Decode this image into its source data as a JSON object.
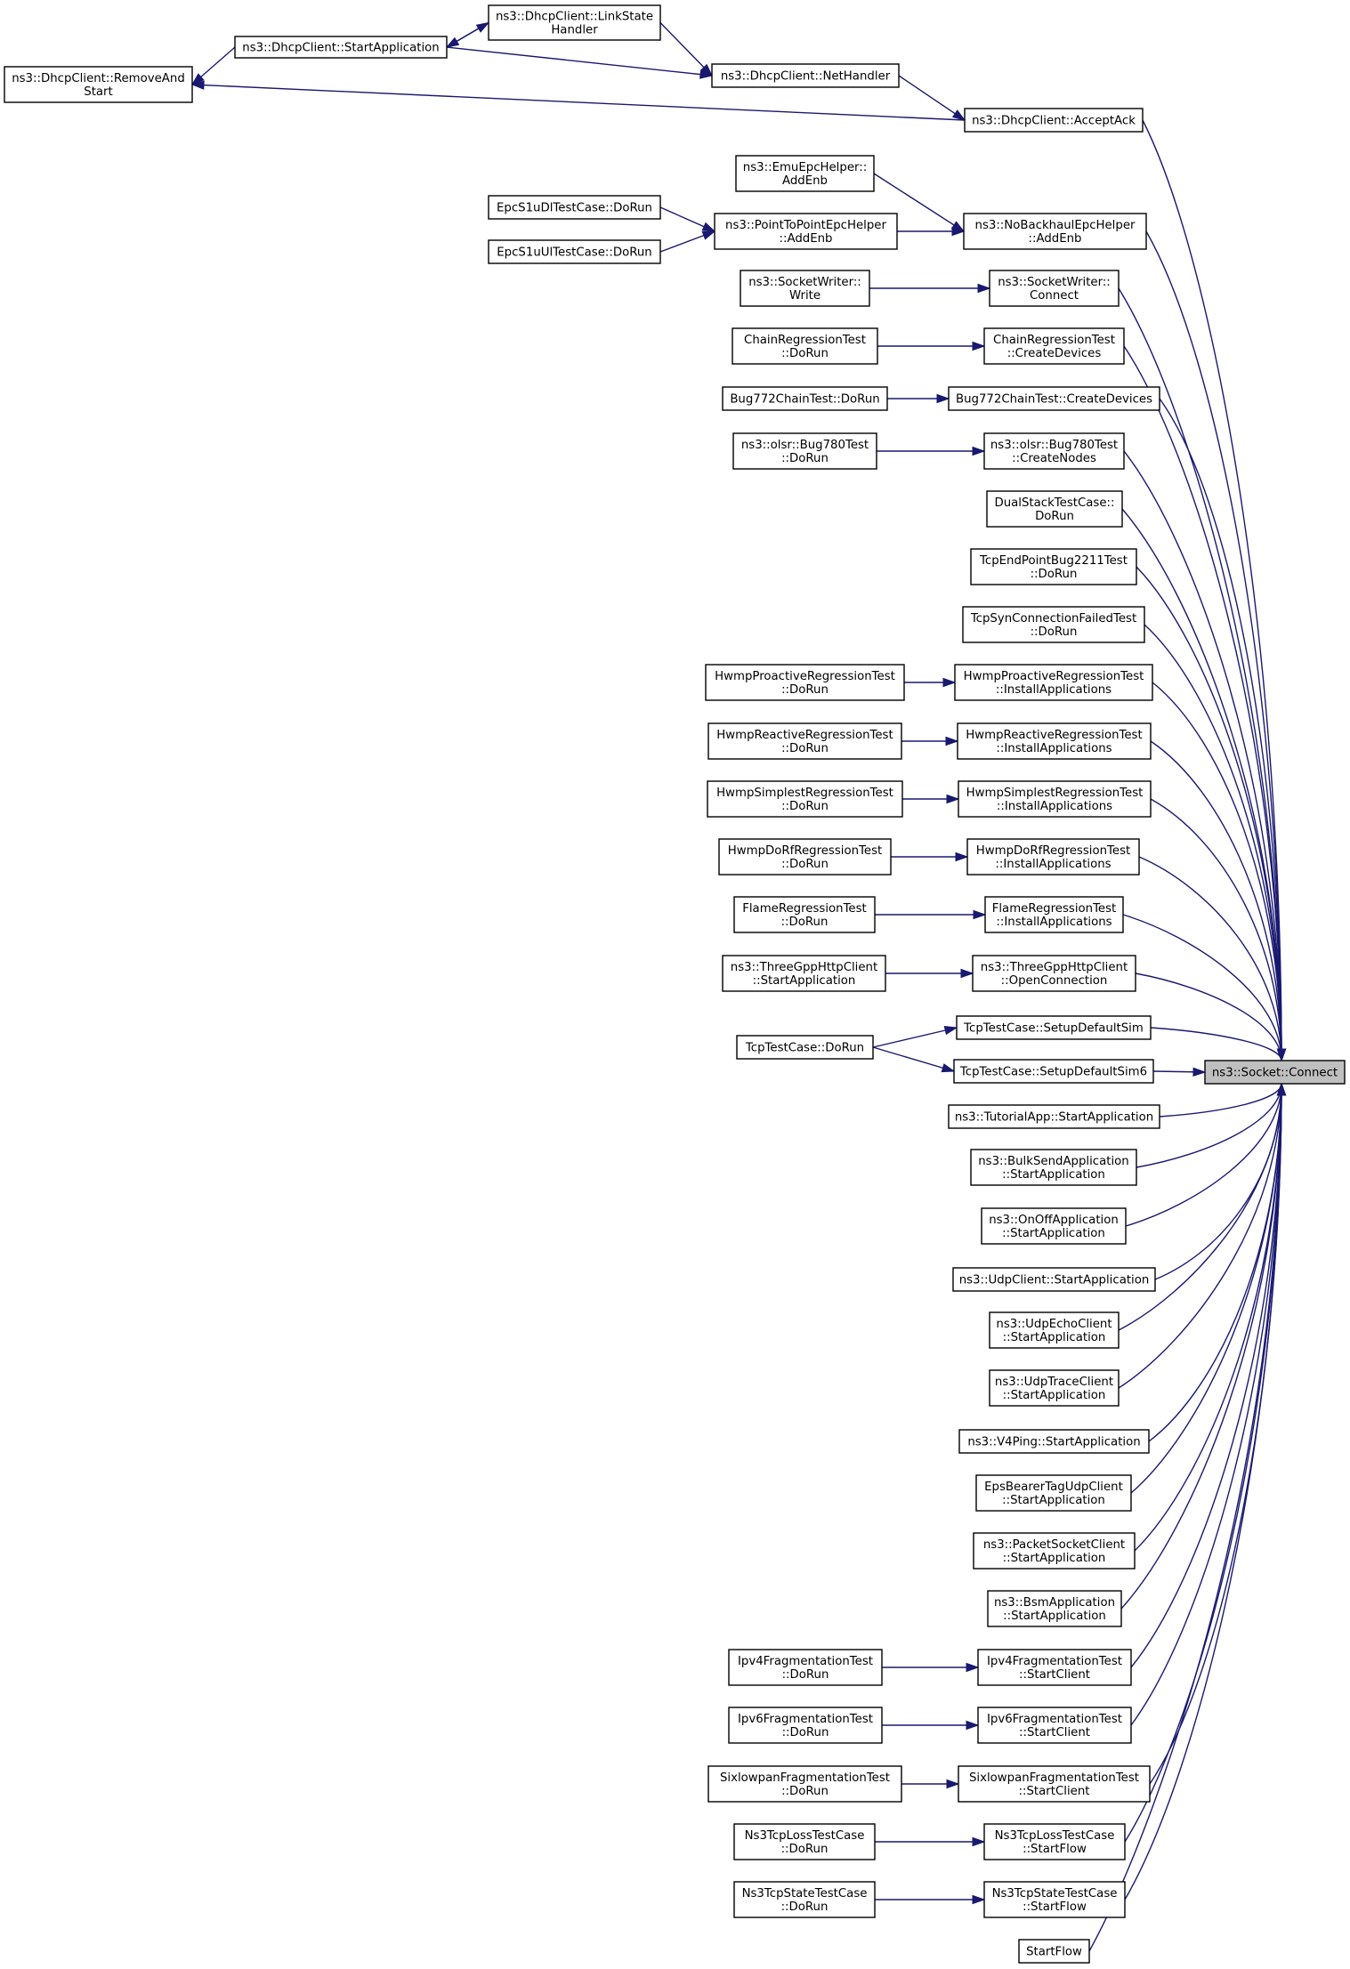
{
  "diagram": {
    "type": "call-graph",
    "root": "connect",
    "nodes": [
      {
        "id": "connect",
        "lines": [
          "ns3::Socket::Connect"
        ],
        "root": true
      },
      {
        "id": "lsh",
        "lines": [
          "ns3::DhcpClient::LinkState",
          "Handler"
        ]
      },
      {
        "id": "startapp_dhcp",
        "lines": [
          "ns3::DhcpClient::StartApplication"
        ]
      },
      {
        "id": "removeandstart",
        "lines": [
          "ns3::DhcpClient::RemoveAnd",
          "Start"
        ]
      },
      {
        "id": "nethandler",
        "lines": [
          "ns3::DhcpClient::NetHandler"
        ]
      },
      {
        "id": "acceptack",
        "lines": [
          "ns3::DhcpClient::AcceptAck"
        ]
      },
      {
        "id": "emu_addenb",
        "lines": [
          "ns3::EmuEpcHelper::",
          "AddEnb"
        ]
      },
      {
        "id": "epcdl",
        "lines": [
          "EpcS1uDlTestCase::DoRun"
        ]
      },
      {
        "id": "p2p_addenb",
        "lines": [
          "ns3::PointToPointEpcHelper",
          "::AddEnb"
        ]
      },
      {
        "id": "nobh_addenb",
        "lines": [
          "ns3::NoBackhaulEpcHelper",
          "::AddEnb"
        ]
      },
      {
        "id": "epcul",
        "lines": [
          "EpcS1uUlTestCase::DoRun"
        ]
      },
      {
        "id": "sw_write",
        "lines": [
          "ns3::SocketWriter::",
          "Write"
        ]
      },
      {
        "id": "sw_connect",
        "lines": [
          "ns3::SocketWriter::",
          "Connect"
        ]
      },
      {
        "id": "chain_dorun",
        "lines": [
          "ChainRegressionTest",
          "::DoRun"
        ]
      },
      {
        "id": "chain_cd",
        "lines": [
          "ChainRegressionTest",
          "::CreateDevices"
        ]
      },
      {
        "id": "bug772_dorun",
        "lines": [
          "Bug772ChainTest::DoRun"
        ]
      },
      {
        "id": "bug772_cd",
        "lines": [
          "Bug772ChainTest::CreateDevices"
        ]
      },
      {
        "id": "olsr_dorun",
        "lines": [
          "ns3::olsr::Bug780Test",
          "::DoRun"
        ]
      },
      {
        "id": "olsr_cn",
        "lines": [
          "ns3::olsr::Bug780Test",
          "::CreateNodes"
        ]
      },
      {
        "id": "dualstack",
        "lines": [
          "DualStackTestCase::",
          "DoRun"
        ]
      },
      {
        "id": "tcpep",
        "lines": [
          "TcpEndPointBug2211Test",
          "::DoRun"
        ]
      },
      {
        "id": "tcpsyn",
        "lines": [
          "TcpSynConnectionFailedTest",
          "::DoRun"
        ]
      },
      {
        "id": "hwpro_dorun",
        "lines": [
          "HwmpProactiveRegressionTest",
          "::DoRun"
        ]
      },
      {
        "id": "hwpro_ia",
        "lines": [
          "HwmpProactiveRegressionTest",
          "::InstallApplications"
        ]
      },
      {
        "id": "hwre_dorun",
        "lines": [
          "HwmpReactiveRegressionTest",
          "::DoRun"
        ]
      },
      {
        "id": "hwre_ia",
        "lines": [
          "HwmpReactiveRegressionTest",
          "::InstallApplications"
        ]
      },
      {
        "id": "hwsi_dorun",
        "lines": [
          "HwmpSimplestRegressionTest",
          "::DoRun"
        ]
      },
      {
        "id": "hwsi_ia",
        "lines": [
          "HwmpSimplestRegressionTest",
          "::InstallApplications"
        ]
      },
      {
        "id": "hwdo_dorun",
        "lines": [
          "HwmpDoRfRegressionTest",
          "::DoRun"
        ]
      },
      {
        "id": "hwdo_ia",
        "lines": [
          "HwmpDoRfRegressionTest",
          "::InstallApplications"
        ]
      },
      {
        "id": "flame_dorun",
        "lines": [
          "FlameRegressionTest",
          "::DoRun"
        ]
      },
      {
        "id": "flame_ia",
        "lines": [
          "FlameRegressionTest",
          "::InstallApplications"
        ]
      },
      {
        "id": "tgpp_sa",
        "lines": [
          "ns3::ThreeGppHttpClient",
          "::StartApplication"
        ]
      },
      {
        "id": "tgpp_oc",
        "lines": [
          "ns3::ThreeGppHttpClient",
          "::OpenConnection"
        ]
      },
      {
        "id": "tcp_sds",
        "lines": [
          "TcpTestCase::SetupDefaultSim"
        ]
      },
      {
        "id": "tcp_dorun",
        "lines": [
          "TcpTestCase::DoRun"
        ]
      },
      {
        "id": "tcp_sds6",
        "lines": [
          "TcpTestCase::SetupDefaultSim6"
        ]
      },
      {
        "id": "tutorial",
        "lines": [
          "ns3::TutorialApp::StartApplication"
        ]
      },
      {
        "id": "bulk",
        "lines": [
          "ns3::BulkSendApplication",
          "::StartApplication"
        ]
      },
      {
        "id": "onoff",
        "lines": [
          "ns3::OnOffApplication",
          "::StartApplication"
        ]
      },
      {
        "id": "udpclient",
        "lines": [
          "ns3::UdpClient::StartApplication"
        ]
      },
      {
        "id": "udpecho",
        "lines": [
          "ns3::UdpEchoClient",
          "::StartApplication"
        ]
      },
      {
        "id": "udptrace",
        "lines": [
          "ns3::UdpTraceClient",
          "::StartApplication"
        ]
      },
      {
        "id": "v4ping",
        "lines": [
          "ns3::V4Ping::StartApplication"
        ]
      },
      {
        "id": "epsbearer",
        "lines": [
          "EpsBearerTagUdpClient",
          "::StartApplication"
        ]
      },
      {
        "id": "packetsocket",
        "lines": [
          "ns3::PacketSocketClient",
          "::StartApplication"
        ]
      },
      {
        "id": "bsm",
        "lines": [
          "ns3::BsmApplication",
          "::StartApplication"
        ]
      },
      {
        "id": "ipv4_dorun",
        "lines": [
          "Ipv4FragmentationTest",
          "::DoRun"
        ]
      },
      {
        "id": "ipv4_sc",
        "lines": [
          "Ipv4FragmentationTest",
          "::StartClient"
        ]
      },
      {
        "id": "ipv6_dorun",
        "lines": [
          "Ipv6FragmentationTest",
          "::DoRun"
        ]
      },
      {
        "id": "ipv6_sc",
        "lines": [
          "Ipv6FragmentationTest",
          "::StartClient"
        ]
      },
      {
        "id": "sixlo_dorun",
        "lines": [
          "SixlowpanFragmentationTest",
          "::DoRun"
        ]
      },
      {
        "id": "sixlo_sc",
        "lines": [
          "SixlowpanFragmentationTest",
          "::StartClient"
        ]
      },
      {
        "id": "tcploss_dorun",
        "lines": [
          "Ns3TcpLossTestCase",
          "::DoRun"
        ]
      },
      {
        "id": "tcploss_sf",
        "lines": [
          "Ns3TcpLossTestCase",
          "::StartFlow"
        ]
      },
      {
        "id": "tcpstate_dorun",
        "lines": [
          "Ns3TcpStateTestCase",
          "::DoRun"
        ]
      },
      {
        "id": "tcpstate_sf",
        "lines": [
          "Ns3TcpStateTestCase",
          "::StartFlow"
        ]
      },
      {
        "id": "startflow",
        "lines": [
          "StartFlow"
        ]
      }
    ],
    "edges": [
      [
        "lsh",
        "startapp_dhcp"
      ],
      [
        "startapp_dhcp",
        "lsh"
      ],
      [
        "startapp_dhcp",
        "removeandstart"
      ],
      [
        "lsh",
        "nethandler"
      ],
      [
        "startapp_dhcp",
        "nethandler"
      ],
      [
        "nethandler",
        "acceptack"
      ],
      [
        "acceptack",
        "removeandstart"
      ],
      [
        "acceptack",
        "connect"
      ],
      [
        "emu_addenb",
        "nobh_addenb"
      ],
      [
        "epcdl",
        "p2p_addenb"
      ],
      [
        "epcul",
        "p2p_addenb"
      ],
      [
        "p2p_addenb",
        "nobh_addenb"
      ],
      [
        "nobh_addenb",
        "connect"
      ],
      [
        "sw_write",
        "sw_connect"
      ],
      [
        "sw_connect",
        "connect"
      ],
      [
        "chain_dorun",
        "chain_cd"
      ],
      [
        "chain_cd",
        "connect"
      ],
      [
        "bug772_dorun",
        "bug772_cd"
      ],
      [
        "bug772_cd",
        "connect"
      ],
      [
        "olsr_dorun",
        "olsr_cn"
      ],
      [
        "olsr_cn",
        "connect"
      ],
      [
        "dualstack",
        "connect"
      ],
      [
        "tcpep",
        "connect"
      ],
      [
        "tcpsyn",
        "connect"
      ],
      [
        "hwpro_dorun",
        "hwpro_ia"
      ],
      [
        "hwpro_ia",
        "connect"
      ],
      [
        "hwre_dorun",
        "hwre_ia"
      ],
      [
        "hwre_ia",
        "connect"
      ],
      [
        "hwsi_dorun",
        "hwsi_ia"
      ],
      [
        "hwsi_ia",
        "connect"
      ],
      [
        "hwdo_dorun",
        "hwdo_ia"
      ],
      [
        "hwdo_ia",
        "connect"
      ],
      [
        "flame_dorun",
        "flame_ia"
      ],
      [
        "flame_ia",
        "connect"
      ],
      [
        "tgpp_sa",
        "tgpp_oc"
      ],
      [
        "tgpp_oc",
        "connect"
      ],
      [
        "tcp_dorun",
        "tcp_sds"
      ],
      [
        "tcp_dorun",
        "tcp_sds6"
      ],
      [
        "tcp_sds",
        "connect"
      ],
      [
        "tcp_sds6",
        "connect"
      ],
      [
        "tutorial",
        "connect"
      ],
      [
        "bulk",
        "connect"
      ],
      [
        "onoff",
        "connect"
      ],
      [
        "udpclient",
        "connect"
      ],
      [
        "udpecho",
        "connect"
      ],
      [
        "udptrace",
        "connect"
      ],
      [
        "v4ping",
        "connect"
      ],
      [
        "epsbearer",
        "connect"
      ],
      [
        "packetsocket",
        "connect"
      ],
      [
        "bsm",
        "connect"
      ],
      [
        "ipv4_dorun",
        "ipv4_sc"
      ],
      [
        "ipv4_sc",
        "connect"
      ],
      [
        "ipv6_dorun",
        "ipv6_sc"
      ],
      [
        "ipv6_sc",
        "connect"
      ],
      [
        "sixlo_dorun",
        "sixlo_sc"
      ],
      [
        "sixlo_sc",
        "connect"
      ],
      [
        "tcploss_dorun",
        "tcploss_sf"
      ],
      [
        "tcploss_sf",
        "connect"
      ],
      [
        "tcpstate_dorun",
        "tcpstate_sf"
      ],
      [
        "tcpstate_sf",
        "connect"
      ],
      [
        "startflow",
        "connect"
      ]
    ]
  },
  "colors": {
    "edge": "#191970",
    "node_border": "#000000",
    "node_fill": "#ffffff",
    "root_fill": "#bfbfbf"
  }
}
